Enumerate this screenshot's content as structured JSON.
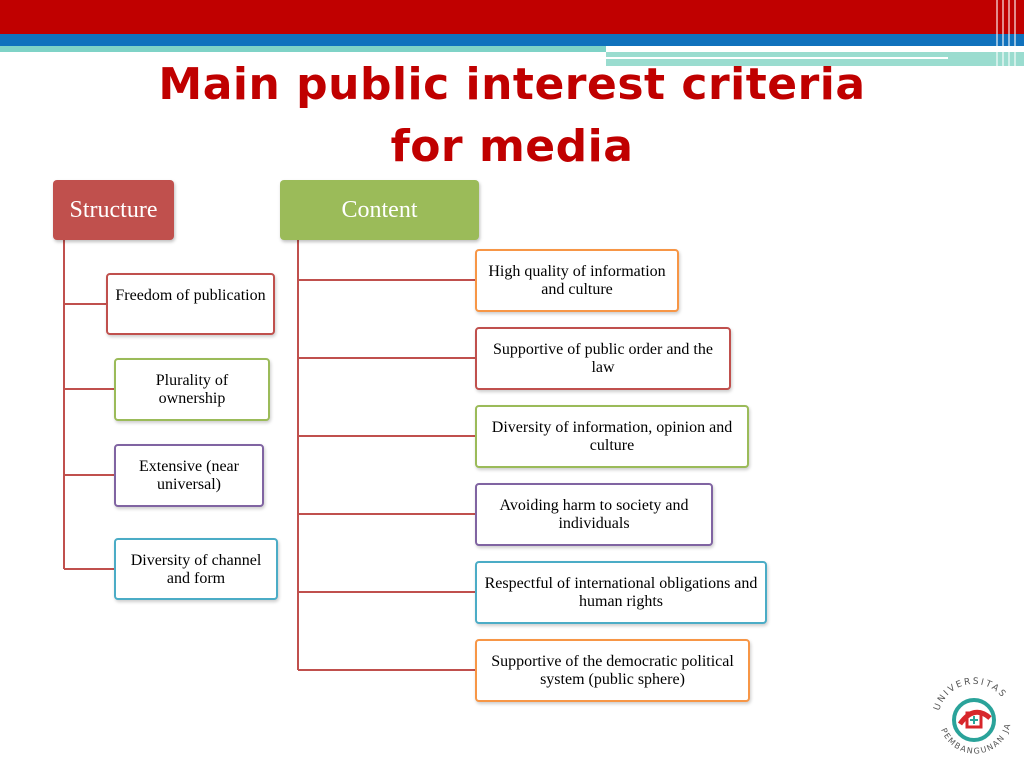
{
  "title": "Main public interest criteria for media",
  "structure": {
    "label": "Structure",
    "color": "#c0504d",
    "items": [
      {
        "text": "Freedom of publication",
        "border": "#c0504d"
      },
      {
        "text": "Plurality of ownership",
        "border": "#9bbb59"
      },
      {
        "text": "Extensive (near universal)",
        "border": "#8064a2"
      },
      {
        "text": "Diversity of channel and form",
        "border": "#4bacc6"
      }
    ]
  },
  "content": {
    "label": "Content",
    "color": "#9bbb59",
    "items": [
      {
        "text": "High quality of information and culture",
        "border": "#f79646"
      },
      {
        "text": "Supportive of public order and the law",
        "border": "#c0504d"
      },
      {
        "text": "Diversity of information, opinion and culture",
        "border": "#9bbb59"
      },
      {
        "text": "Avoiding harm to society and individuals",
        "border": "#8064a2"
      },
      {
        "text": "Respectful of international obligations and human rights",
        "border": "#4bacc6"
      },
      {
        "text": "Supportive of the democratic political system (public sphere)",
        "border": "#f79646"
      }
    ]
  },
  "logo": {
    "icon": "universitas-pembangunan-jaya-logo",
    "text": "UNIVERSITAS PEMBANGUNAN JAYA"
  }
}
